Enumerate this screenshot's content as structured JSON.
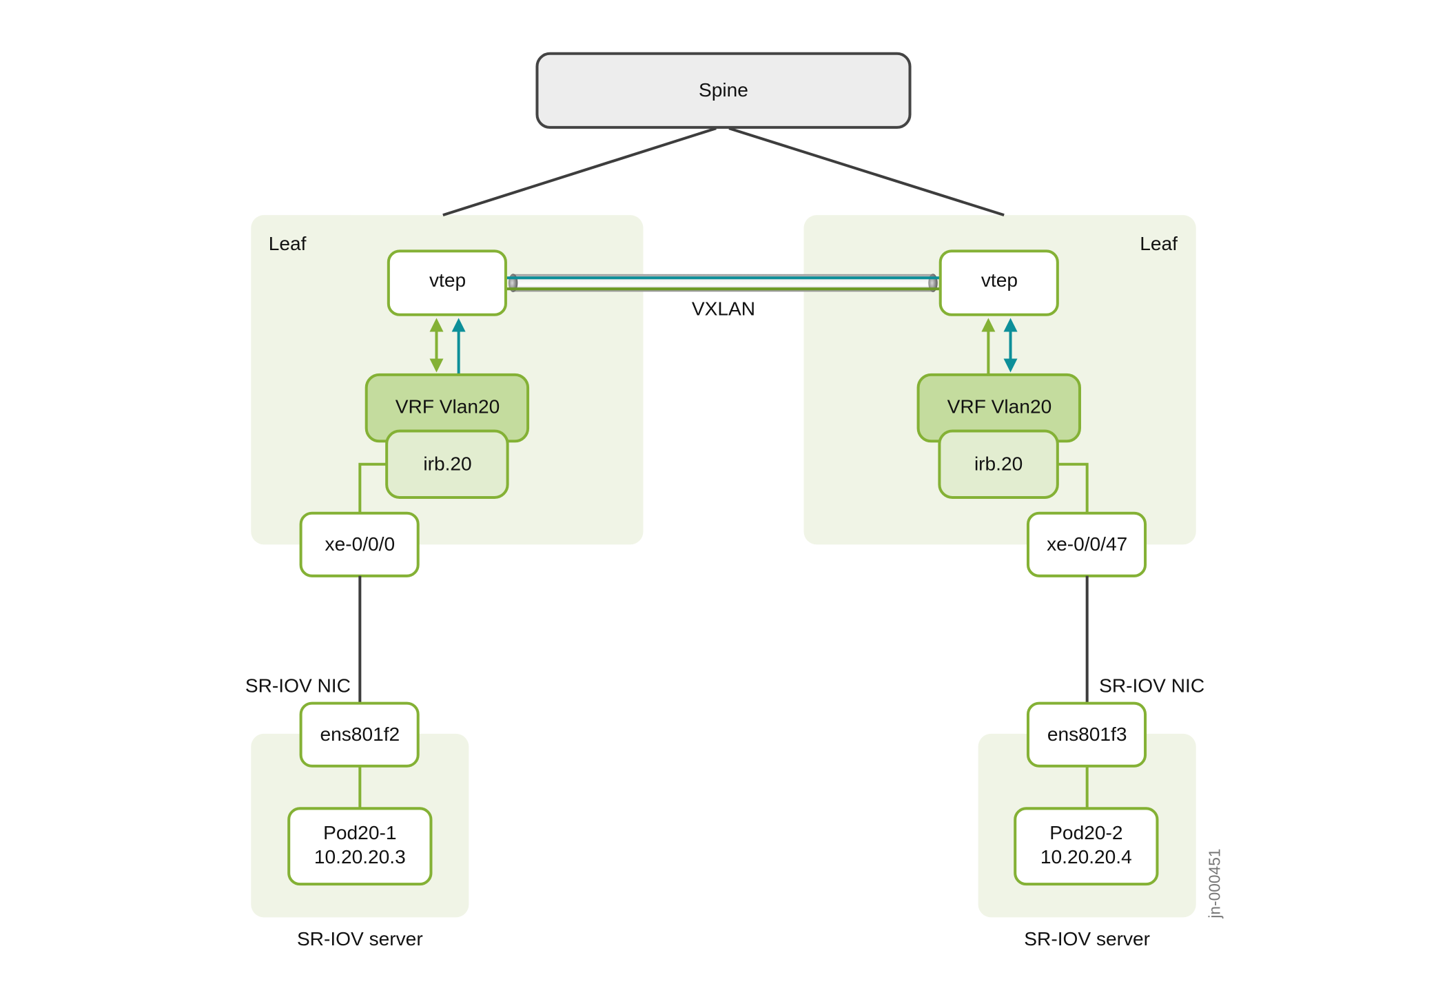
{
  "diagram": {
    "spine": {
      "label": "Spine"
    },
    "tunnel": {
      "label": "VXLAN"
    },
    "left_leaf": {
      "group_label": "Leaf",
      "vtep": "vtep",
      "vrf": "VRF Vlan20",
      "irb": "irb.20",
      "port": "xe-0/0/0",
      "nic_label": "SR-IOV NIC",
      "nic": "ens801f2",
      "pod_name": "Pod20-1",
      "pod_ip": "10.20.20.3",
      "server_label": "SR-IOV server"
    },
    "right_leaf": {
      "group_label": "Leaf",
      "vtep": "vtep",
      "vrf": "VRF Vlan20",
      "irb": "irb.20",
      "port": "xe-0/0/47",
      "nic_label": "SR-IOV NIC",
      "nic": "ens801f3",
      "pod_name": "Pod20-2",
      "pod_ip": "10.20.20.4",
      "server_label": "SR-IOV server"
    },
    "figure_id": "jn-000451",
    "colors": {
      "green": "#84b135",
      "teal": "#0d8f99",
      "dark_line": "#3d3d3d",
      "group_fill": "#f0f4e6",
      "vrf_fill": "#c4dc9e",
      "irb_fill": "#e2edd0",
      "spine_fill": "#ededed"
    }
  }
}
